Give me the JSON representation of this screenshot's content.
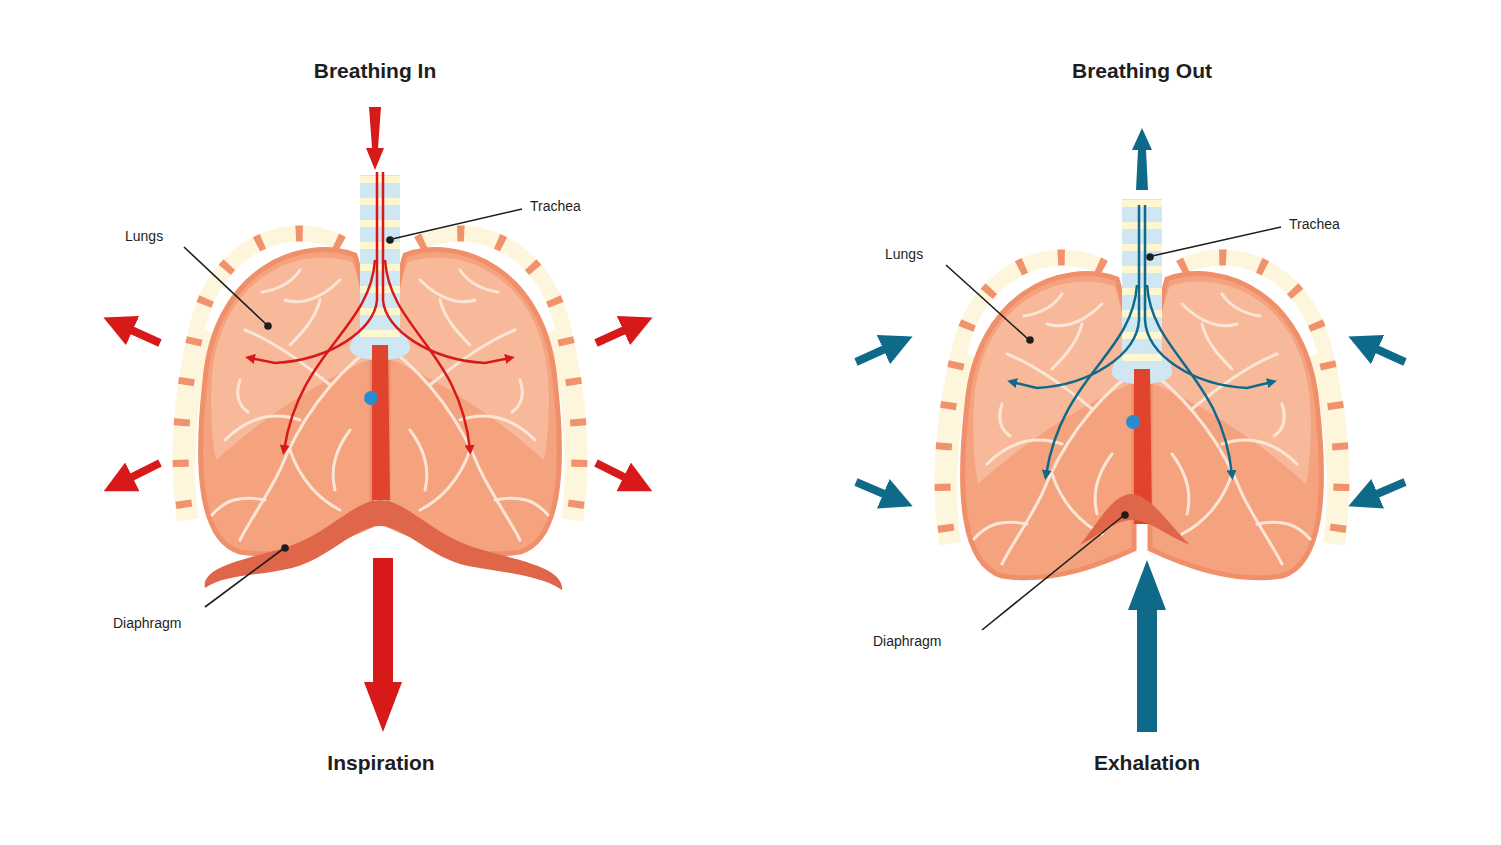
{
  "diagram": {
    "labels": [
      "Breathing In",
      "Trachea",
      "Lungs",
      "Diaphragm",
      "Inspiration",
      "Breathing Out",
      "Trachea",
      "Lungs",
      "Diaphragm",
      "Exhalation"
    ]
  }
}
